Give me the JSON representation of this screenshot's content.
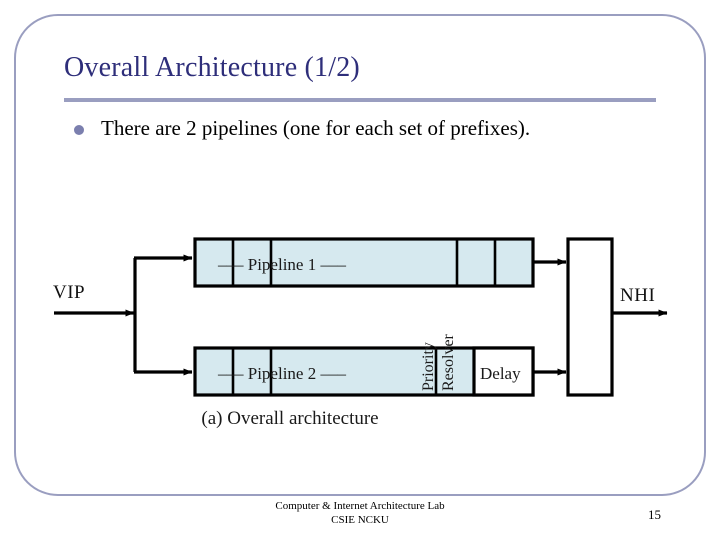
{
  "slide": {
    "title": "Overall Architecture (1/2)",
    "bullet": "There are 2 pipelines (one for each set of prefixes).",
    "accent_color": "#9a9ec0",
    "title_color": "#2e2e7a",
    "bullet_marker_color": "#7b7fae"
  },
  "figure": {
    "caption": "(a) Overall architecture",
    "input_label": "VIP",
    "output_label": "NHI",
    "cell_fill": "#d6e9ef",
    "stroke": "#000000",
    "pipeline1": {
      "label": "–––   Pipeline 1   –––",
      "stage_count": 5,
      "white_cells": []
    },
    "pipeline2": {
      "label": "–––   Pipeline 2 –––",
      "stage_count": 5,
      "delay_label": "Delay"
    },
    "resolver": {
      "line1": "Priority",
      "line2": "Resolver"
    }
  },
  "footer": {
    "line1": "Computer & Internet Architecture Lab",
    "line2": "CSIE NCKU",
    "page_number": "15"
  }
}
